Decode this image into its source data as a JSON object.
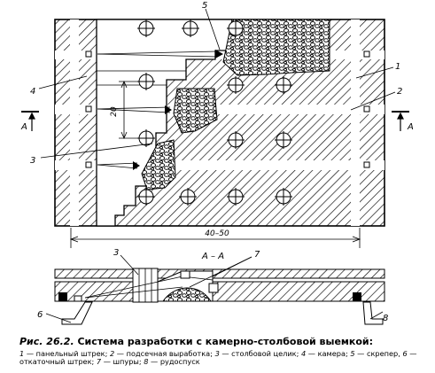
{
  "callouts": {
    "n1": "1",
    "n2": "2",
    "n3": "3",
    "n4": "4",
    "n5": "5",
    "n3_section": "3",
    "n6": "6",
    "n7": "7",
    "n8": "8"
  },
  "dimensions": {
    "pillar_spacing": "20",
    "overall_length": "40–50"
  },
  "section": {
    "mark_left": "A",
    "mark_right": "A",
    "title": "А – А"
  },
  "caption": {
    "figure_number": "Рис. 26.2.",
    "title": "Система разработки с камерно-столбовой выемкой:",
    "legend": [
      {
        "num": "1",
        "text": "панельный штрек;"
      },
      {
        "num": "2",
        "text": "подсечная выработка;"
      },
      {
        "num": "3",
        "text": "столбовой целик;"
      },
      {
        "num": "4",
        "text": "камера;"
      },
      {
        "num": "5",
        "text": "скрепер,"
      },
      {
        "num": "6",
        "text": "откаточный штрек;"
      },
      {
        "num": "7",
        "text": "шпуры;"
      },
      {
        "num": "8",
        "text": "рудоспуск"
      }
    ]
  }
}
